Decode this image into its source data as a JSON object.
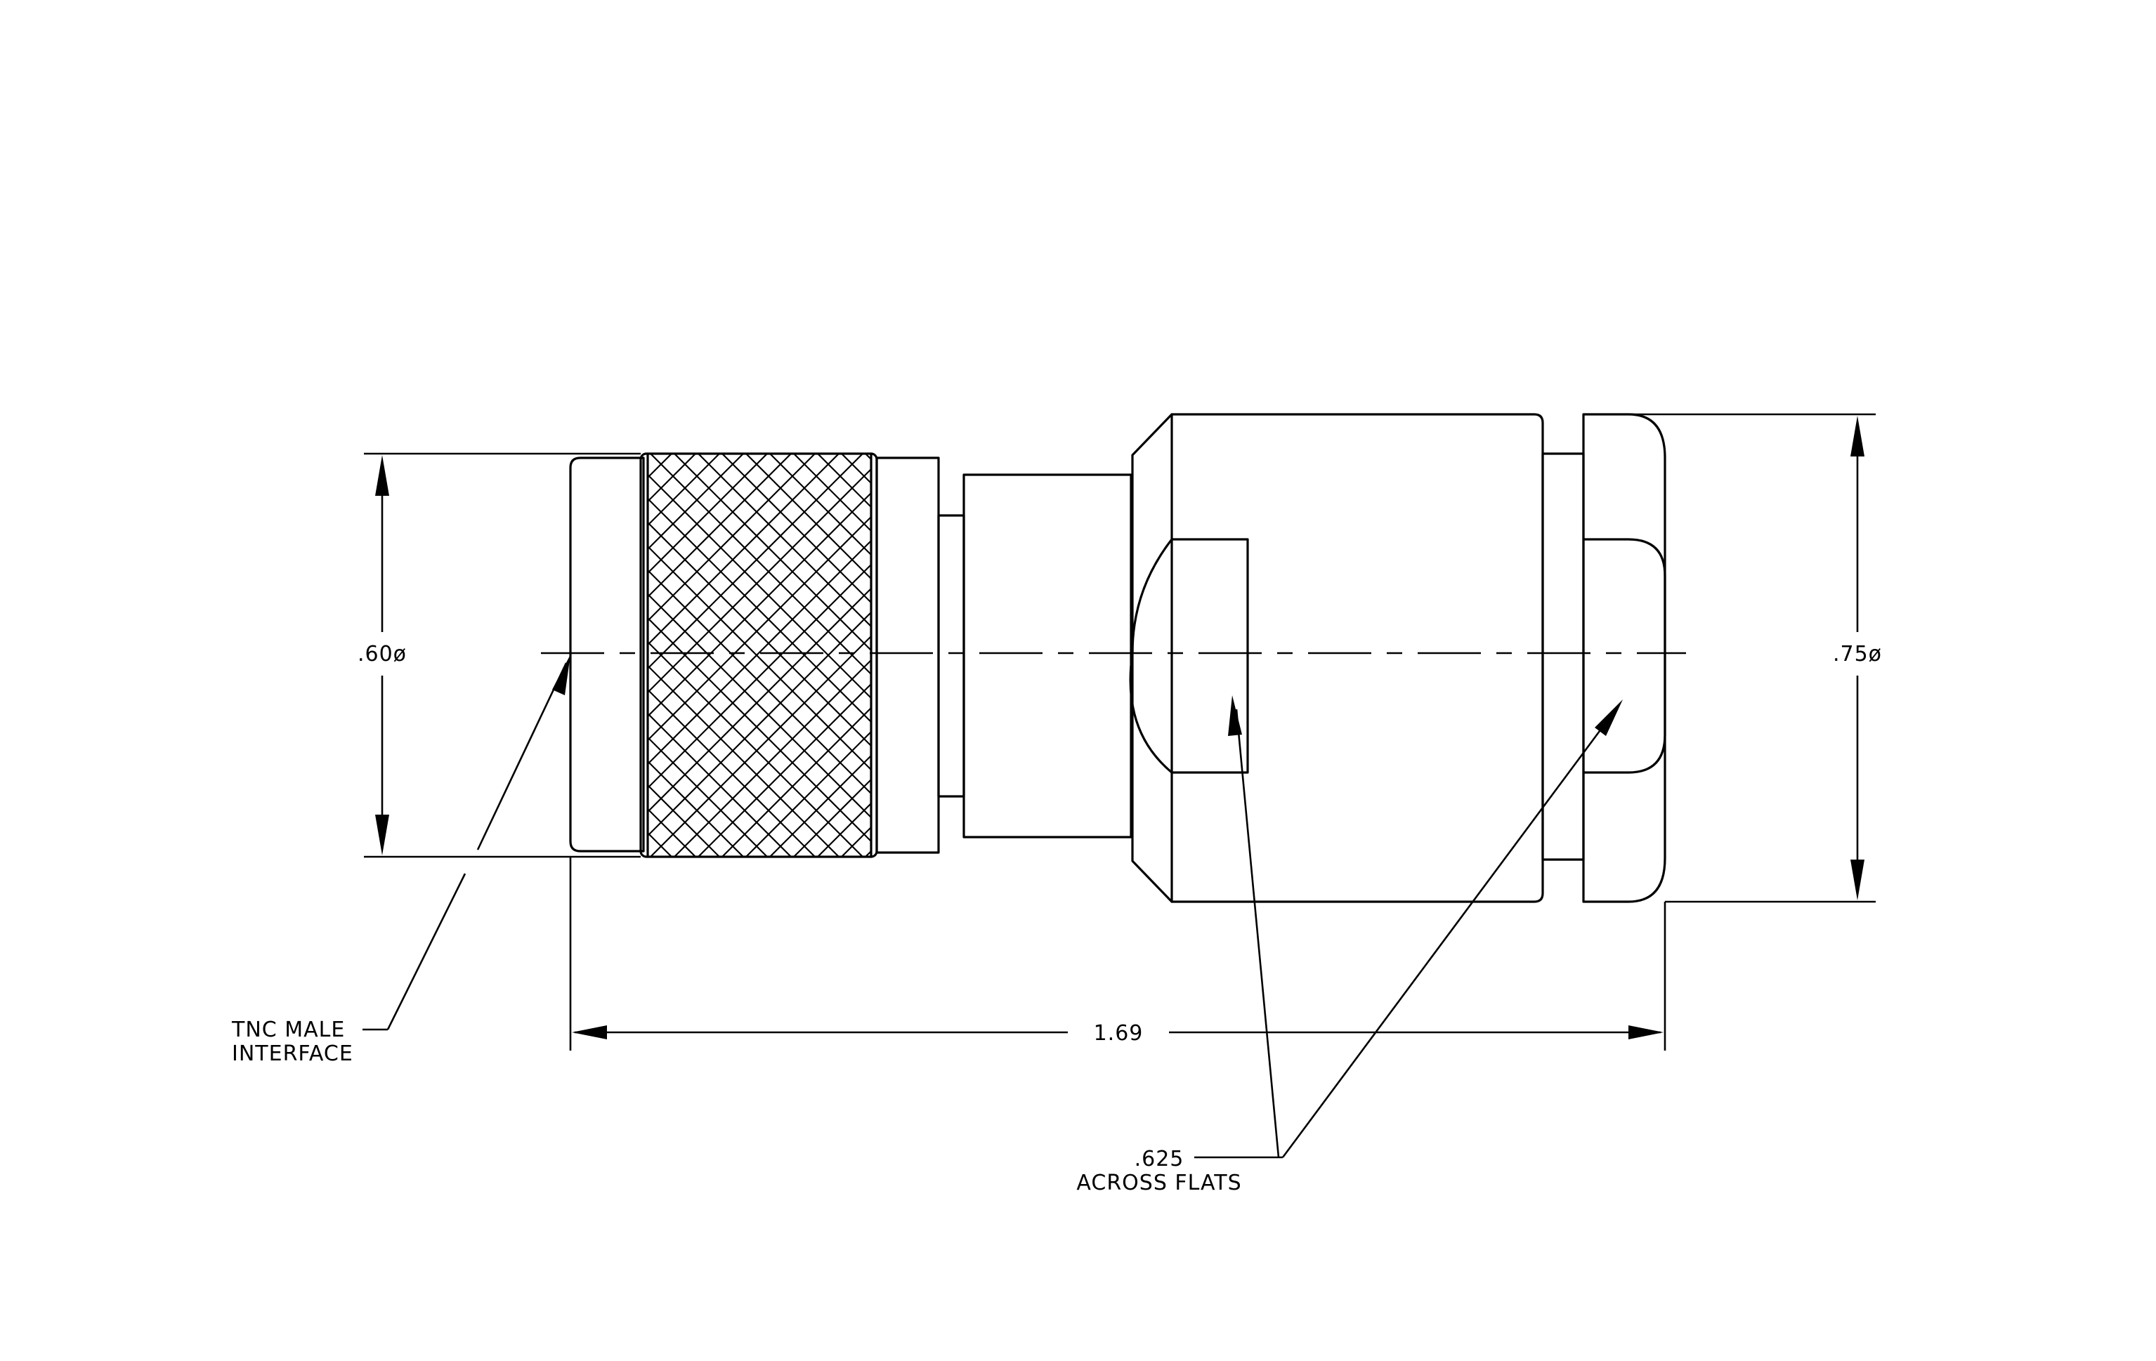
{
  "labels": {
    "dia_left": ".60ø",
    "dia_right": ".75ø",
    "length": "1.69",
    "interface_line1": "TNC MALE",
    "interface_line2": "INTERFACE",
    "flats_line1": ".625",
    "flats_line2": "ACROSS FLATS"
  }
}
